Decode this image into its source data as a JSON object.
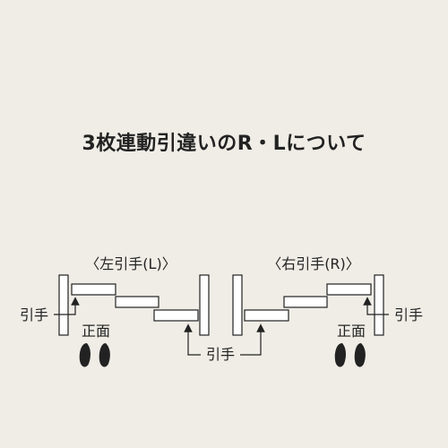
{
  "title": "3枚連動引違いのR・Lについて",
  "left_panel": {
    "heading": "〈左引手(L)〉",
    "handle_label": "引手",
    "front_label": "正面"
  },
  "right_panel": {
    "heading": "〈右引手(R)〉",
    "handle_label": "引手",
    "front_label": "正面"
  },
  "center_handle_label": "引手",
  "colors": {
    "background": "#efede6",
    "line": "#222222",
    "fill": "#ffffff"
  },
  "icons": [
    "arrow-up-icon",
    "footprints-icon"
  ]
}
